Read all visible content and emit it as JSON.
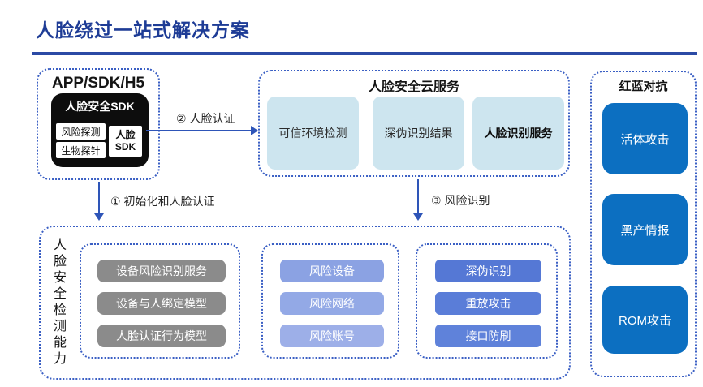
{
  "page": {
    "title": "人脸绕过一站式解决方案"
  },
  "app_panel": {
    "title": "APP/SDK/H5",
    "sdk": {
      "title": "人脸安全SDK",
      "chips": [
        "风险探测",
        "生物探针"
      ],
      "side_chip_lines": [
        "人脸",
        "SDK"
      ]
    }
  },
  "flow": {
    "step1_label": "①  初始化和人脸认证",
    "step2_label": "②  人脸认证",
    "step3_label": "③  风险识别"
  },
  "cloud_panel": {
    "title": "人脸安全云服务",
    "items": [
      "可信环境检测",
      "深伪识别结果",
      "人脸识别服务"
    ]
  },
  "redblue_panel": {
    "title": "红蓝对抗",
    "items": [
      "活体攻击",
      "黑产情报",
      "ROM攻击"
    ]
  },
  "detection_panel": {
    "side_label": "人脸安全检测能力",
    "groups": [
      {
        "items": [
          "设备风险识别服务",
          "设备与人绑定模型",
          "人脸认证行为模型"
        ]
      },
      {
        "items": [
          "风险设备",
          "风险网络",
          "风险账号"
        ]
      },
      {
        "items": [
          "深伪识别",
          "重放攻击",
          "接口防刷"
        ]
      }
    ]
  },
  "colors": {
    "title_text": "#1E3C96",
    "underline": "#2B4AA5",
    "dashed_border": "#3A5FC4",
    "arrow": "#2E55B8",
    "sdk_black_box": "#0D0D0D",
    "cloud_item_bg": "#CDE5EF",
    "redblue_item_bg": "#0C6FC1",
    "gray_pill_bg": "#8B8B8B",
    "periwinkle_pills": [
      "#8BA2E3",
      "#93A9E6",
      "#9DAFE8"
    ],
    "blue_pills": [
      "#5578D5",
      "#5A7DD8",
      "#5F82DA"
    ]
  }
}
